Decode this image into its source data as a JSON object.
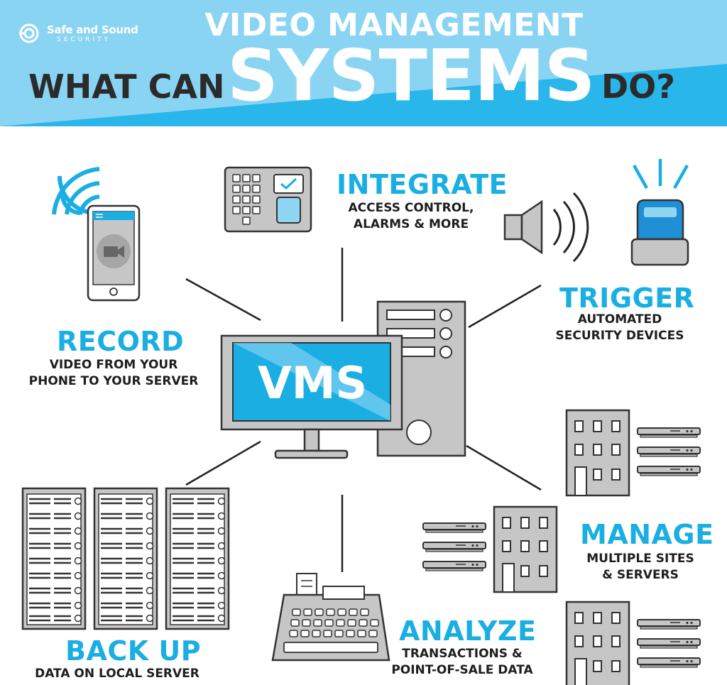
{
  "brand": {
    "name": "Safe and Sound",
    "tagline": "SECURITY"
  },
  "title": {
    "line1": "VIDEO MANAGEMENT",
    "prefix": "WHAT CAN",
    "emphasis": "SYSTEMS",
    "suffix": "DO?"
  },
  "center": {
    "label": "VMS"
  },
  "features": {
    "integrate": {
      "heading": "INTEGRATE",
      "detail": "ACCESS CONTROL,\nALARMS & MORE"
    },
    "trigger": {
      "heading": "TRIGGER",
      "detail": "AUTOMATED\nSECURITY DEVICES"
    },
    "record": {
      "heading": "RECORD",
      "detail": "VIDEO FROM YOUR\nPHONE TO YOUR SERVER"
    },
    "manage": {
      "heading": "MANAGE",
      "detail": "MULTIPLE SITES\n& SERVERS"
    },
    "analyze": {
      "heading": "ANALYZE",
      "detail": "TRANSACTIONS &\nPOINT-OF-SALE DATA"
    },
    "backup": {
      "heading": "BACK UP",
      "detail": "DATA ON LOCAL SERVER"
    }
  },
  "colors": {
    "accent": "#1aaee3",
    "banner": "#29b6ea",
    "banner_light": "#8ad4f3",
    "device": "#c6c6c6",
    "outline": "#333333",
    "text": "#1e1e1e"
  },
  "icons": [
    "smartphone-icon",
    "video-camera-icon",
    "keypad-icon",
    "speaker-icon",
    "siren-light-icon",
    "vms-monitor-icon",
    "server-tower-icon",
    "server-rack-icon",
    "cash-register-icon",
    "building-icon",
    "network-recorder-icon"
  ]
}
